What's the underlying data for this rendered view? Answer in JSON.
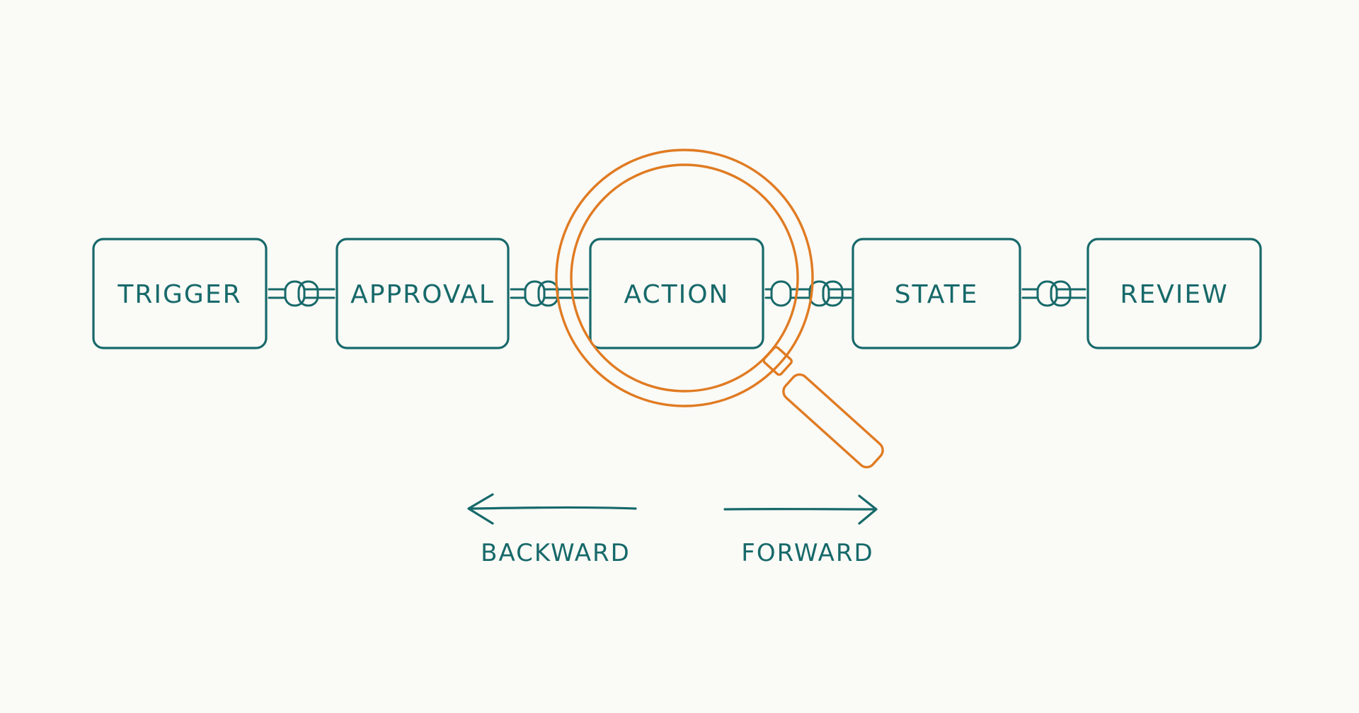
{
  "diagram": {
    "steps": [
      {
        "label": "TRIGGER"
      },
      {
        "label": "APPROVAL"
      },
      {
        "label": "ACTION"
      },
      {
        "label": "STATE"
      },
      {
        "label": "REVIEW"
      }
    ],
    "focused_step": "ACTION",
    "directions": {
      "backward_label": "BACKWARD",
      "forward_label": "FORWARD"
    },
    "icons": [
      "chain-link-icon",
      "magnifying-glass-icon",
      "arrow-left-icon",
      "arrow-right-icon"
    ],
    "colors": {
      "background": "#fafaf6",
      "primary": "#17696a",
      "accent": "#e07b22"
    }
  }
}
